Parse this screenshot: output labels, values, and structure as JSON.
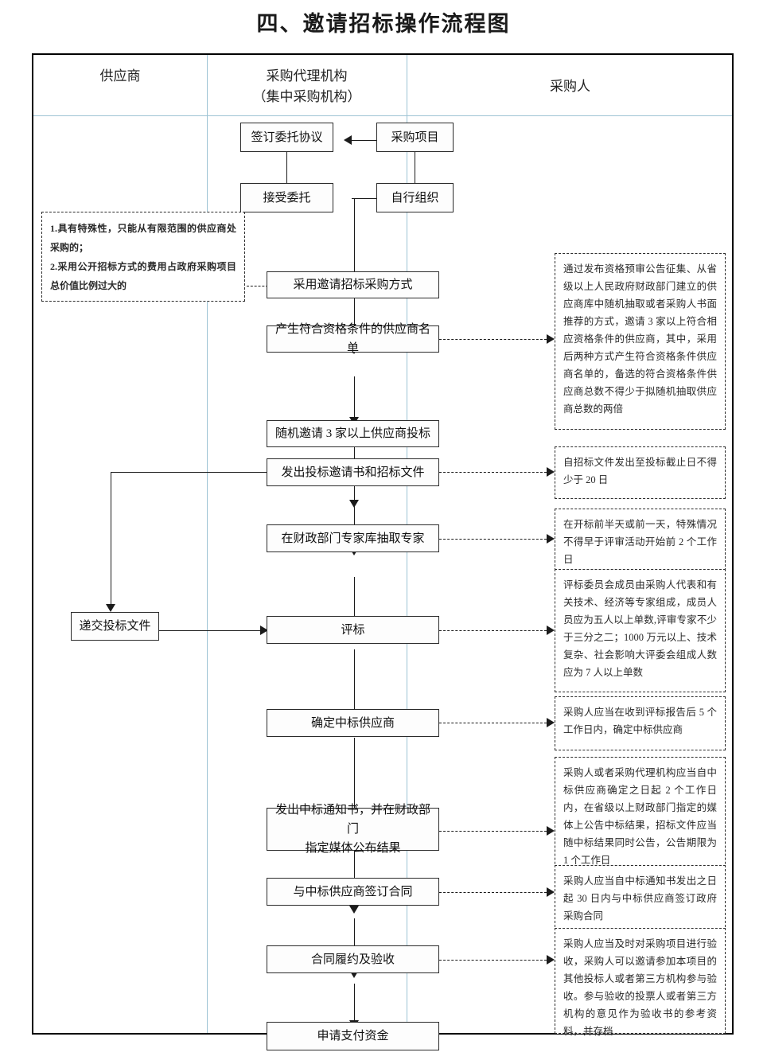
{
  "title": "四、邀请招标操作流程图",
  "lanes": [
    {
      "id": "supplier",
      "label": "供应商"
    },
    {
      "id": "agency",
      "label_line1": "采购代理机构",
      "label_line2": "（集中采购机构）"
    },
    {
      "id": "buyer",
      "label": "采购人"
    }
  ],
  "nodes": [
    {
      "id": "sign-entrust-agreement",
      "label": "签订委托协议",
      "lane": "agency"
    },
    {
      "id": "procurement-project",
      "label": "采购项目",
      "lane": "buyer"
    },
    {
      "id": "accept-entrust",
      "label": "接受委托",
      "lane": "agency"
    },
    {
      "id": "self-organize",
      "label": "自行组织",
      "lane": "buyer"
    },
    {
      "id": "adopt-invited-bidding",
      "label": "采用邀请招标采购方式",
      "lane": "buyer"
    },
    {
      "id": "generate-qualified-list",
      "label": "产生符合资格条件的供应商名单",
      "lane": "buyer"
    },
    {
      "id": "invite-three-suppliers",
      "label": "随机邀请 3 家以上供应商投标",
      "lane": "buyer"
    },
    {
      "id": "issue-invitation-docs",
      "label": "发出投标邀请书和招标文件",
      "lane": "buyer"
    },
    {
      "id": "draw-experts",
      "label": "在财政部门专家库抽取专家",
      "lane": "buyer"
    },
    {
      "id": "submit-bid-documents",
      "label": "递交投标文件",
      "lane": "supplier"
    },
    {
      "id": "bid-evaluation",
      "label": "评标",
      "lane": "buyer"
    },
    {
      "id": "determine-winner",
      "label": "确定中标供应商",
      "lane": "buyer"
    },
    {
      "id": "issue-award-notice",
      "label": "发出中标通知书，并在财政部门\n指定媒体公布结果",
      "lane": "buyer"
    },
    {
      "id": "sign-contract",
      "label": "与中标供应商签订合同",
      "lane": "buyer"
    },
    {
      "id": "contract-performance-acceptance",
      "label": "合同履约及验收",
      "lane": "buyer"
    },
    {
      "id": "apply-payment",
      "label": "申请支付资金",
      "lane": "buyer"
    }
  ],
  "notes": [
    {
      "id": "note-invited-bidding-conditions",
      "side": "left",
      "text": "1.具有特殊性，只能从有限范围的供应商处采购的；\n2.采用公开招标方式的费用占政府采购项目总价值比例过大的",
      "attaches_to": "adopt-invited-bidding"
    },
    {
      "id": "note-qualified-supplier-list",
      "side": "right",
      "text": "通过发布资格预审公告征集、从省级以上人民政府财政部门建立的供应商库中随机抽取或者采购人书面推荐的方式，邀请 3 家以上符合相应资格条件的供应商，其中，采用后两种方式产生符合资格条件供应商名单的，备选的符合资格条件供应商总数不得少于拟随机抽取供应商总数的两倍",
      "attaches_to": "generate-qualified-list"
    },
    {
      "id": "note-bid-deadline",
      "side": "right",
      "text": "自招标文件发出至投标截止日不得少于 20 日",
      "attaches_to": "issue-invitation-docs"
    },
    {
      "id": "note-expert-draw-time",
      "side": "right",
      "text": "在开标前半天或前一天，特殊情况不得早于评审活动开始前 2 个工作日",
      "attaches_to": "draw-experts"
    },
    {
      "id": "note-evaluation-committee",
      "side": "right",
      "text": "评标委员会成员由采购人代表和有关技术、经济等专家组成，成员人员应为五人以上单数,评审专家不少于三分之二；1000 万元以上、技术复杂、社会影响大评委会组成人数应为 7 人以上单数",
      "attaches_to": "bid-evaluation"
    },
    {
      "id": "note-determine-winner-deadline",
      "side": "right",
      "text": "采购人应当在收到评标报告后 5 个工作日内，确定中标供应商",
      "attaches_to": "determine-winner"
    },
    {
      "id": "note-announce-result",
      "side": "right",
      "text": "采购人或者采购代理机构应当自中标供应商确定之日起 2 个工作日内，在省级以上财政部门指定的媒体上公告中标结果，招标文件应当随中标结果同时公告，公告期限为 1 个工作日",
      "attaches_to": "issue-award-notice"
    },
    {
      "id": "note-contract-deadline",
      "side": "right",
      "text": "采购人应当自中标通知书发出之日起 30 日内与中标供应商签订政府采购合同",
      "attaches_to": "sign-contract"
    },
    {
      "id": "note-acceptance",
      "side": "right",
      "text": "采购人应当及时对采购项目进行验收，采购人可以邀请参加本项目的其他投标人或者第三方机构参与验收。参与验收的投票人或者第三方机构的意见作为验收书的参考资料，并存档",
      "attaches_to": "contract-performance-acceptance"
    }
  ],
  "colors": {
    "frame": "#000000",
    "lane_divider": "#9dc3d4",
    "node_border": "#2b2b2b",
    "connector": "#1b1b1b",
    "background": "#ffffff"
  }
}
